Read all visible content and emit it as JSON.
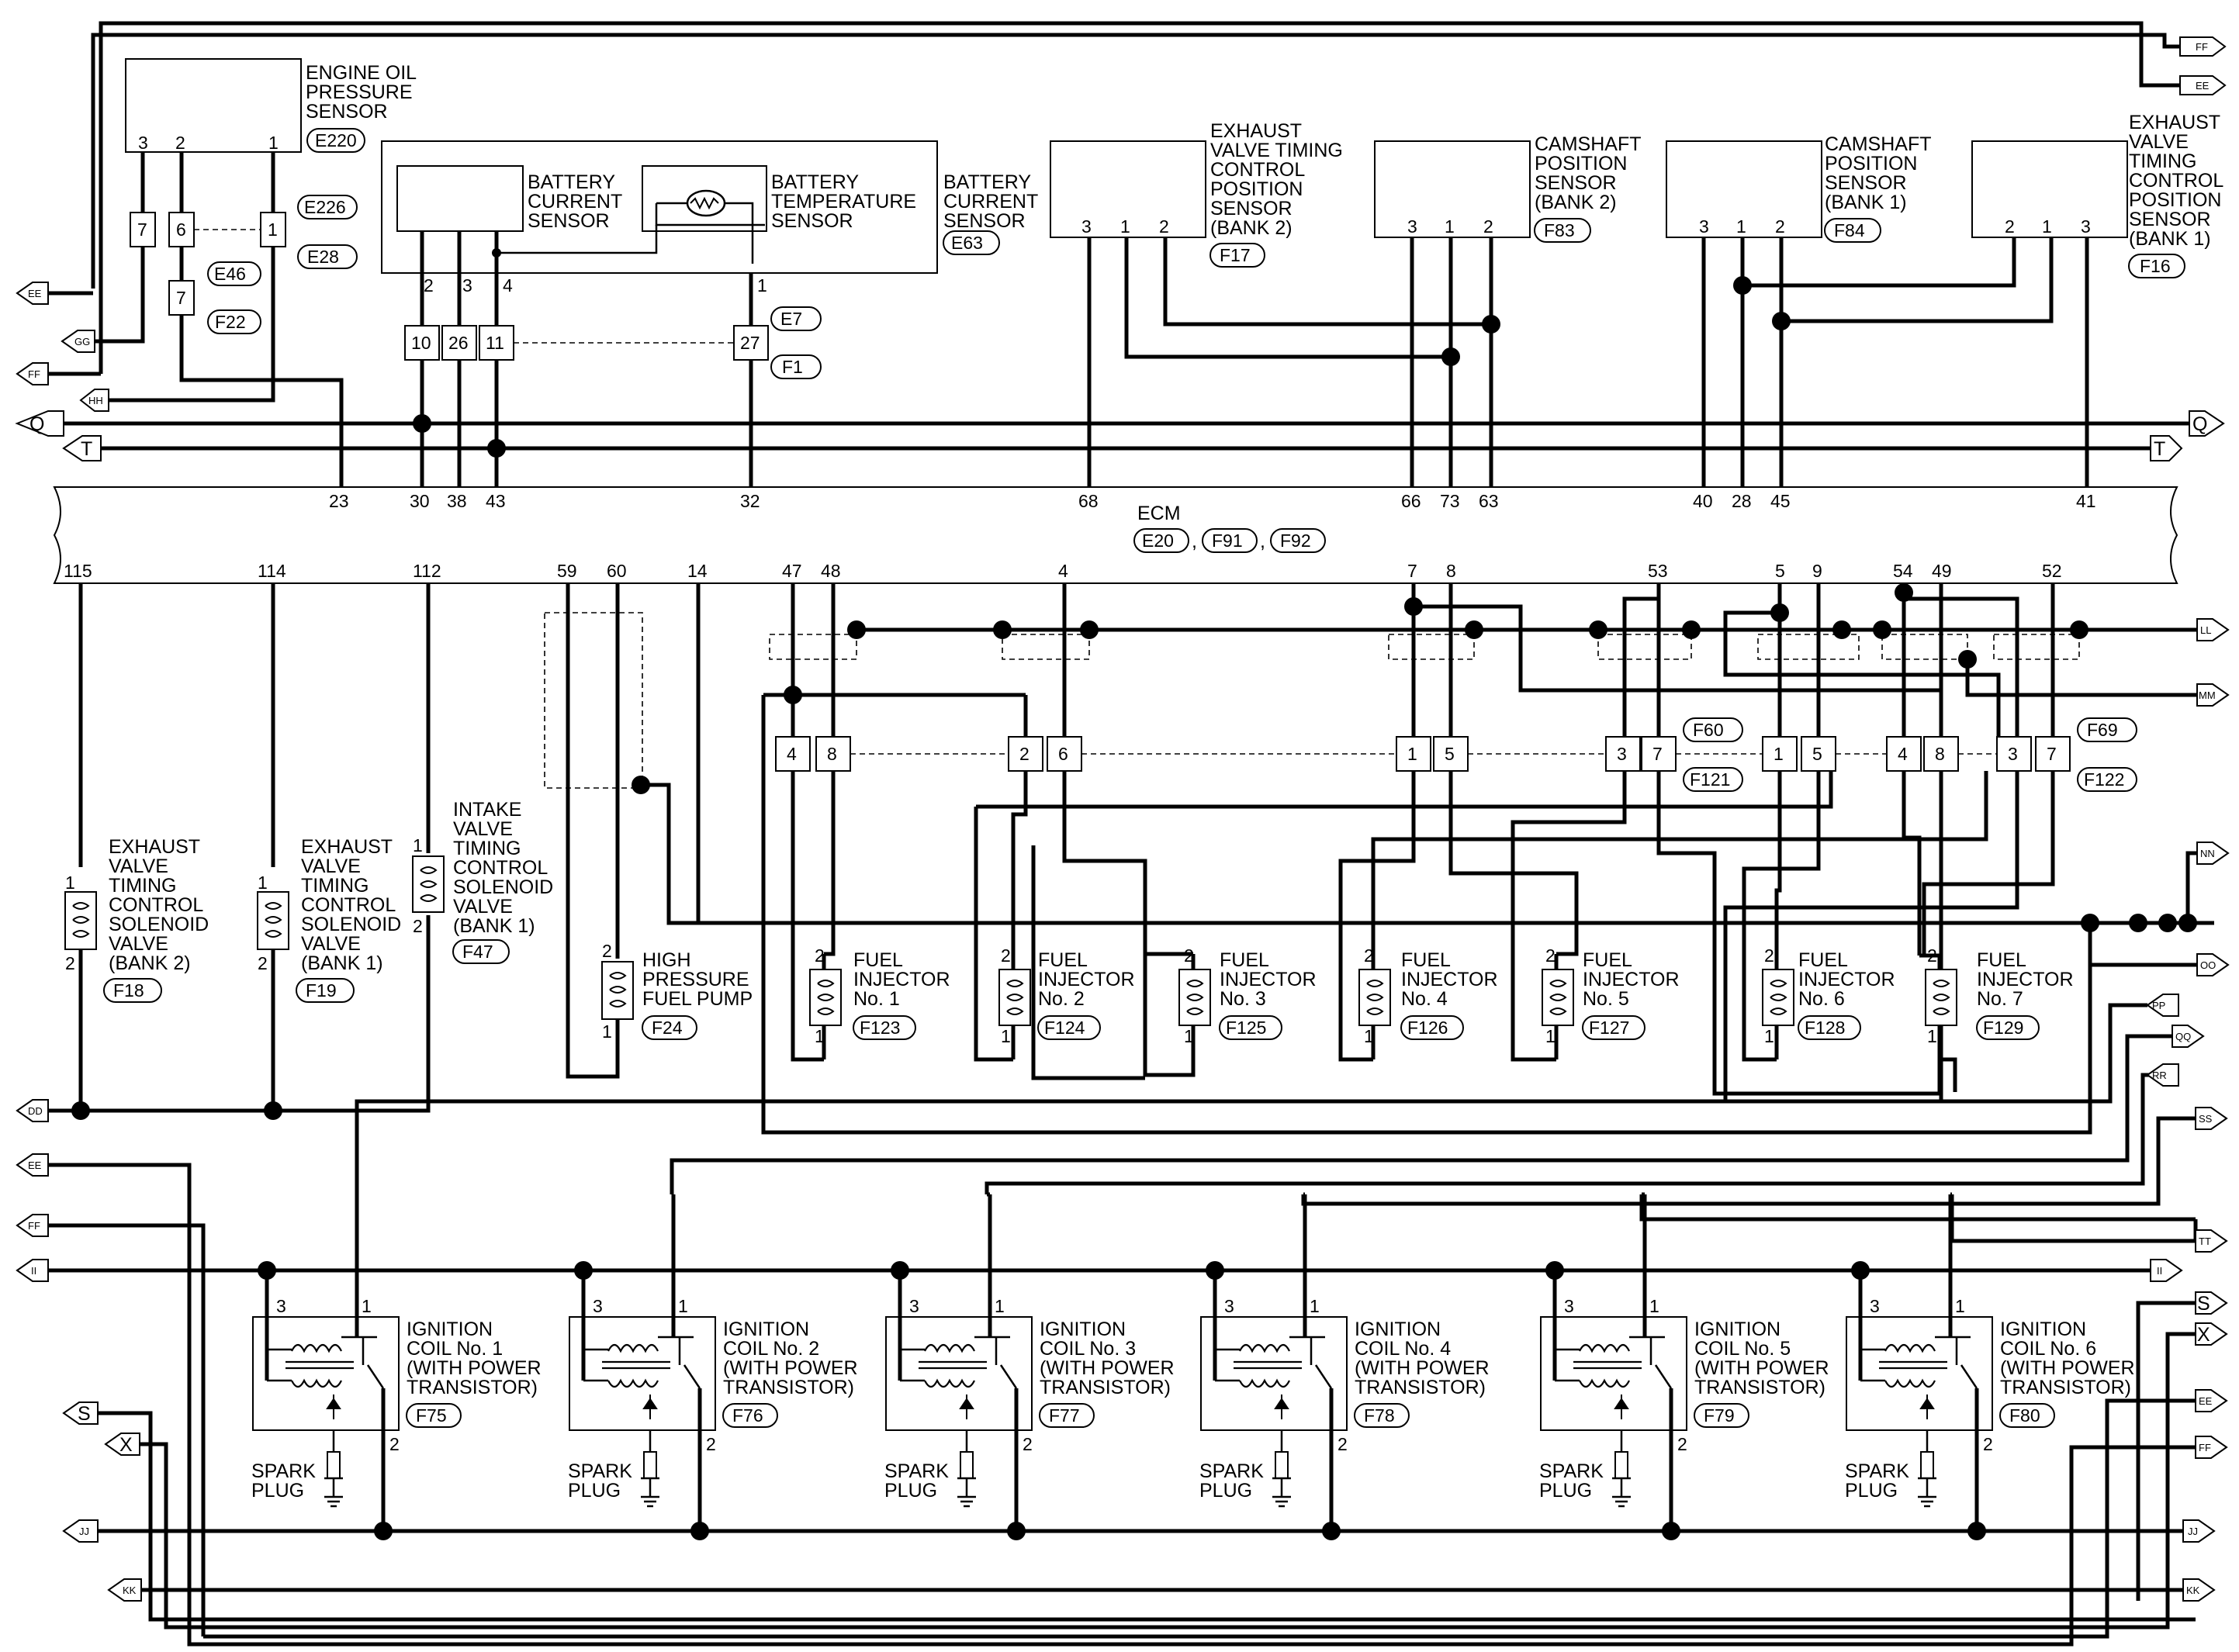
{
  "ecm": {
    "title": "ECM",
    "connectors": [
      "E20",
      "F91",
      "F92"
    ]
  },
  "ecm_pins_top": [
    "23",
    "30",
    "38",
    "43",
    "32",
    "68",
    "66",
    "73",
    "63",
    "40",
    "28",
    "45",
    "41"
  ],
  "ecm_pins_bottom": [
    "115",
    "114",
    "112",
    "59",
    "60",
    "14",
    "47",
    "48",
    "4",
    "7",
    "8",
    "53",
    "5",
    "9",
    "54",
    "49",
    "52"
  ],
  "components": [
    {
      "id": "oil",
      "lines": [
        "ENGINE OIL",
        "PRESSURE",
        "SENSOR"
      ],
      "conn": "E220",
      "pins": [
        "3",
        "2",
        "1"
      ]
    },
    {
      "id": "batt",
      "lines": [
        "BATTERY",
        "CURRENT",
        "SENSOR"
      ],
      "conn": "E63",
      "pins": [
        "2",
        "3",
        "4",
        "1"
      ]
    },
    {
      "id": "batt-cur",
      "lines": [
        "BATTERY",
        "CURRENT",
        "SENSOR"
      ]
    },
    {
      "id": "batt-temp",
      "lines": [
        "BATTERY",
        "TEMPERATURE",
        "SENSOR"
      ]
    },
    {
      "id": "evtc-b2",
      "lines": [
        "EXHAUST",
        "VALVE TIMING",
        "CONTROL",
        "POSITION",
        "SENSOR",
        "(BANK 2)"
      ],
      "conn": "F17",
      "pins": [
        "3",
        "1",
        "2"
      ]
    },
    {
      "id": "cmp-b2",
      "lines": [
        "CAMSHAFT",
        "POSITION",
        "SENSOR",
        "(BANK 2)"
      ],
      "conn": "F83",
      "pins": [
        "3",
        "1",
        "2"
      ]
    },
    {
      "id": "cmp-b1",
      "lines": [
        "CAMSHAFT",
        "POSITION",
        "SENSOR",
        "(BANK 1)"
      ],
      "conn": "F84",
      "pins": [
        "3",
        "1",
        "2"
      ]
    },
    {
      "id": "evtc-b1",
      "lines": [
        "EXHAUST",
        "VALVE",
        "TIMING",
        "CONTROL",
        "POSITION",
        "SENSOR",
        "(BANK 1)"
      ],
      "conn": "F16",
      "pins": [
        "2",
        "1",
        "3"
      ]
    }
  ],
  "solenoids": [
    {
      "lines": [
        "EXHAUST",
        "VALVE",
        "TIMING",
        "CONTROL",
        "SOLENOID",
        "VALVE",
        "(BANK 2)"
      ],
      "conn": "F18",
      "pins": [
        "1",
        "2"
      ]
    },
    {
      "lines": [
        "EXHAUST",
        "VALVE",
        "TIMING",
        "CONTROL",
        "SOLENOID",
        "VALVE",
        "(BANK 1)"
      ],
      "conn": "F19",
      "pins": [
        "1",
        "2"
      ]
    },
    {
      "lines": [
        "INTAKE",
        "VALVE",
        "TIMING",
        "CONTROL",
        "SOLENOID",
        "VALVE",
        "(BANK 1)"
      ],
      "conn": "F47",
      "pins": [
        "1",
        "2"
      ]
    }
  ],
  "pump": {
    "lines": [
      "HIGH",
      "PRESSURE",
      "FUEL PUMP"
    ],
    "conn": "F24",
    "pins": [
      "2",
      "1"
    ]
  },
  "injectors": [
    {
      "lines": [
        "FUEL",
        "INJECTOR",
        "No. 1"
      ],
      "conn": "F123"
    },
    {
      "lines": [
        "FUEL",
        "INJECTOR",
        "No. 2"
      ],
      "conn": "F124"
    },
    {
      "lines": [
        "FUEL",
        "INJECTOR",
        "No. 3"
      ],
      "conn": "F125"
    },
    {
      "lines": [
        "FUEL",
        "INJECTOR",
        "No. 4"
      ],
      "conn": "F126"
    },
    {
      "lines": [
        "FUEL",
        "INJECTOR",
        "No. 5"
      ],
      "conn": "F127"
    },
    {
      "lines": [
        "FUEL",
        "INJECTOR",
        "No. 6"
      ],
      "conn": "F128"
    },
    {
      "lines": [
        "FUEL",
        "INJECTOR",
        "No. 7"
      ],
      "conn": "F129"
    }
  ],
  "injector_pins": [
    "2",
    "1"
  ],
  "coils": [
    {
      "lines": [
        "IGNITION",
        "COIL No. 1",
        "(WITH POWER",
        "TRANSISTOR)"
      ],
      "conn": "F75"
    },
    {
      "lines": [
        "IGNITION",
        "COIL No. 2",
        "(WITH POWER",
        "TRANSISTOR)"
      ],
      "conn": "F76"
    },
    {
      "lines": [
        "IGNITION",
        "COIL No. 3",
        "(WITH POWER",
        "TRANSISTOR)"
      ],
      "conn": "F77"
    },
    {
      "lines": [
        "IGNITION",
        "COIL No. 4",
        "(WITH POWER",
        "TRANSISTOR)"
      ],
      "conn": "F78"
    },
    {
      "lines": [
        "IGNITION",
        "COIL No. 5",
        "(WITH POWER",
        "TRANSISTOR)"
      ],
      "conn": "F79"
    },
    {
      "lines": [
        "IGNITION",
        "COIL No. 6",
        "(WITH POWER",
        "TRANSISTOR)"
      ],
      "conn": "F80"
    }
  ],
  "coil_pins": [
    "3",
    "1",
    "2"
  ],
  "spark_plug": [
    "SPARK",
    "PLUG"
  ],
  "joint_connectors": {
    "oil": {
      "pins": [
        "7",
        "6",
        "1",
        "7"
      ],
      "ids": [
        "E226",
        "E28",
        "E46",
        "F22"
      ]
    },
    "batt": {
      "pins": [
        "10",
        "26",
        "11",
        "27"
      ],
      "ids": [
        "E7",
        "F1"
      ]
    },
    "inj_left": {
      "pins": [
        "4",
        "8",
        "2",
        "6",
        "1",
        "5",
        "3",
        "7"
      ],
      "ids": [
        "F60",
        "F121"
      ]
    },
    "inj_right": {
      "pins": [
        "1",
        "5",
        "4",
        "8",
        "3",
        "7"
      ],
      "ids": [
        "F69",
        "F122"
      ]
    }
  },
  "arrows": {
    "top_right": [
      "FF",
      "EE"
    ],
    "left_top": [
      "EE",
      "GG",
      "FF",
      "HH"
    ],
    "q": "Q",
    "t": "T",
    "right_mid": [
      "LL",
      "MM",
      "NN",
      "OO",
      "PP",
      "QQ",
      "RR",
      "SS",
      "TT"
    ],
    "dd": "DD",
    "left_bottom": [
      "EE",
      "FF",
      "II",
      "S",
      "X",
      "JJ",
      "KK"
    ],
    "right_bottom": [
      "II",
      "S",
      "X",
      "EE",
      "FF",
      "JJ",
      "KK"
    ]
  }
}
